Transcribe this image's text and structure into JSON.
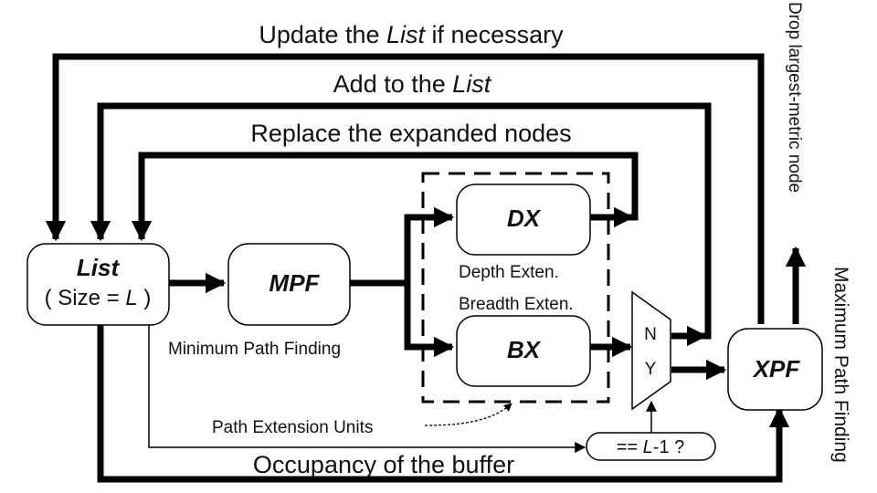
{
  "diagram": {
    "feedback_labels": {
      "update": {
        "prefix": "Update the ",
        "emph": "List",
        "suffix": " if necessary"
      },
      "add": {
        "prefix": "Add to the ",
        "emph": "List",
        "suffix": ""
      },
      "replace": "Replace the expanded nodes"
    },
    "blocks": {
      "list": {
        "title": "List",
        "size_prefix": "( Size = ",
        "size_var": "L",
        "size_suffix": " )"
      },
      "mpf": {
        "title": "MPF",
        "caption": "Minimum Path Finding"
      },
      "dx": {
        "title": "DX",
        "caption": "Depth Exten."
      },
      "bx": {
        "title": "BX",
        "caption": "Breadth Exten."
      },
      "xpf": {
        "title": "XPF",
        "caption": "Maximum Path Finding"
      },
      "mux": {
        "input_n": "N",
        "input_y": "Y"
      },
      "compare": {
        "prefix": "== ",
        "var": "L",
        "suffix": "-1 ?"
      }
    },
    "group_label": "Path Extension Units",
    "occupancy_label": "Occupancy of the buffer",
    "drop_label": "Drop largest-metric node",
    "colors": {
      "line": "#000000",
      "text": "#111111",
      "background": "#ffffff"
    }
  }
}
